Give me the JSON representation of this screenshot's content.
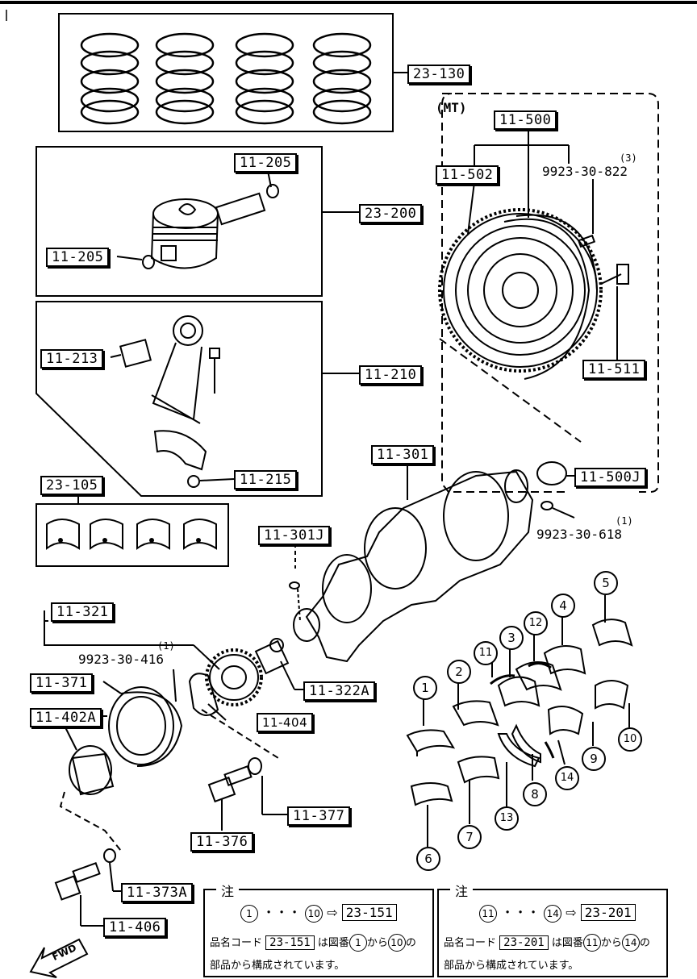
{
  "labels": {
    "l_23_130": "23-130",
    "l_11_500": "11-500",
    "l_11_502": "11-502",
    "l_11_205_top": "11-205",
    "l_23_200": "23-200",
    "l_11_205_left": "11-205",
    "l_11_213": "11-213",
    "l_11_210": "11-210",
    "l_11_511": "11-511",
    "l_11_301": "11-301",
    "l_11_215": "11-215",
    "l_11_500J": "11-500J",
    "l_23_105": "23-105",
    "l_11_301J": "11-301J",
    "l_11_321": "11-321",
    "l_11_371": "11-371",
    "l_11_402A": "11-402A",
    "l_11_322A": "11-322A",
    "l_11_404": "11-404",
    "l_11_377": "11-377",
    "l_11_376": "11-376",
    "l_11_373A": "11-373A",
    "l_11_406": "11-406"
  },
  "texts": {
    "mt": "(MT)",
    "bolt_822": "9923-30-822",
    "bolt_822_qty": "(3)",
    "pin_618": "9923-30-618",
    "pin_618_qty": "(1)",
    "pin_416": "9923-30-416",
    "pin_416_qty": "(1)",
    "fwd": "FWD"
  },
  "numbers": [
    "1",
    "2",
    "3",
    "4",
    "5",
    "6",
    "7",
    "8",
    "9",
    "10",
    "11",
    "12",
    "13",
    "14"
  ],
  "notes": {
    "left": {
      "title": "注",
      "from": "1",
      "dots": "・・・",
      "to": "10",
      "arrow": "⇨",
      "code": "23-151",
      "line2_prefix": "品名コード",
      "line2_code": "23-151",
      "line2_mid": "は図番",
      "line2_from": "1",
      "line2_kara": "から",
      "line2_to": "10",
      "line2_no": "の",
      "line3": "部品から構成されています。"
    },
    "right": {
      "title": "注",
      "from": "11",
      "dots": "・・・",
      "to": "14",
      "arrow": "⇨",
      "code": "23-201",
      "line2_prefix": "品名コード",
      "line2_code": "23-201",
      "line2_mid": "は図番",
      "line2_from": "11",
      "line2_kara": "から",
      "line2_to": "14",
      "line2_no": "の",
      "line3": "部品から構成されています。"
    }
  }
}
